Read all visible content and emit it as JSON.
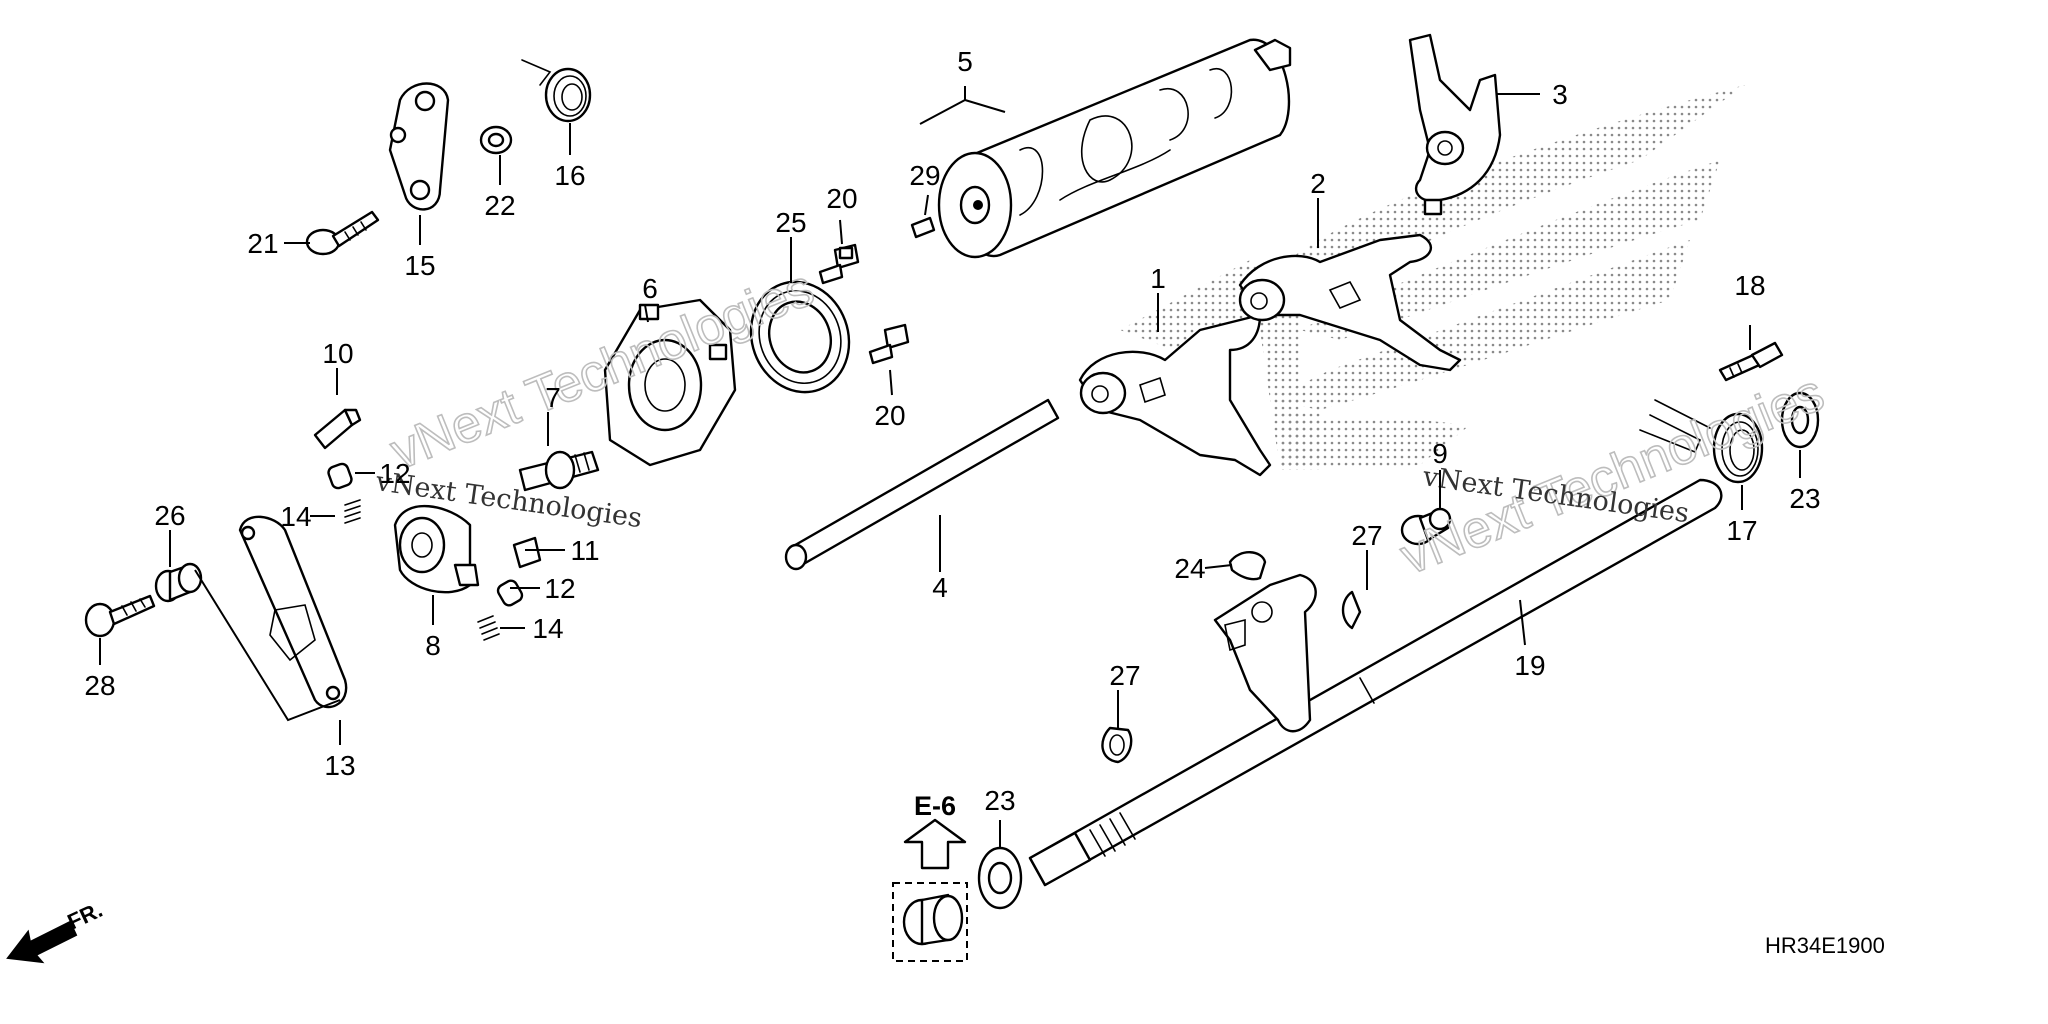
{
  "diagram": {
    "code": "HR34E1900",
    "reference": "E-6",
    "direction_label": "FR.",
    "watermark": "vNext Technologies",
    "callouts": [
      {
        "id": "c1",
        "text": "1"
      },
      {
        "id": "c2",
        "text": "2"
      },
      {
        "id": "c3",
        "text": "3"
      },
      {
        "id": "c4",
        "text": "4"
      },
      {
        "id": "c5",
        "text": "5"
      },
      {
        "id": "c6",
        "text": "6"
      },
      {
        "id": "c7",
        "text": "7"
      },
      {
        "id": "c8",
        "text": "8"
      },
      {
        "id": "c9",
        "text": "9"
      },
      {
        "id": "c10",
        "text": "10"
      },
      {
        "id": "c11",
        "text": "11"
      },
      {
        "id": "c12a",
        "text": "12"
      },
      {
        "id": "c12b",
        "text": "12"
      },
      {
        "id": "c13",
        "text": "13"
      },
      {
        "id": "c14a",
        "text": "14"
      },
      {
        "id": "c14b",
        "text": "14"
      },
      {
        "id": "c15",
        "text": "15"
      },
      {
        "id": "c16",
        "text": "16"
      },
      {
        "id": "c17",
        "text": "17"
      },
      {
        "id": "c18",
        "text": "18"
      },
      {
        "id": "c19",
        "text": "19"
      },
      {
        "id": "c20a",
        "text": "20"
      },
      {
        "id": "c20b",
        "text": "20"
      },
      {
        "id": "c21",
        "text": "21"
      },
      {
        "id": "c22",
        "text": "22"
      },
      {
        "id": "c23a",
        "text": "23"
      },
      {
        "id": "c23b",
        "text": "23"
      },
      {
        "id": "c24",
        "text": "24"
      },
      {
        "id": "c25",
        "text": "25"
      },
      {
        "id": "c26",
        "text": "26"
      },
      {
        "id": "c27a",
        "text": "27"
      },
      {
        "id": "c27b",
        "text": "27"
      },
      {
        "id": "c28",
        "text": "28"
      },
      {
        "id": "c29",
        "text": "29"
      }
    ]
  }
}
